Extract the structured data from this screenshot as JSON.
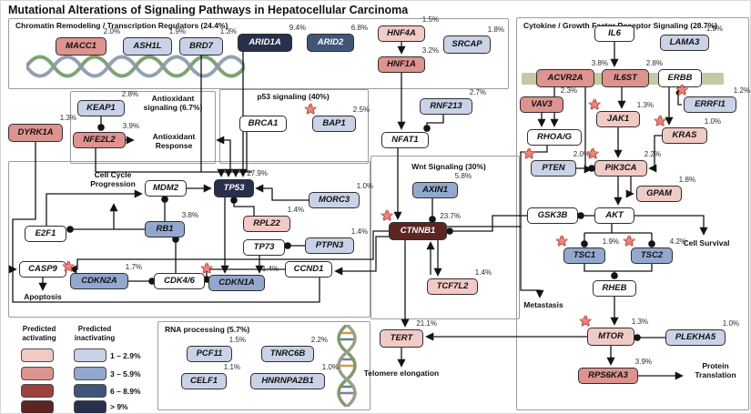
{
  "title": "Mutational Alterations of Signaling Pathways in Hepatocellular Carcinoma",
  "sections": {
    "chromatin": "Chromatin Remodeling / Transcription Regulators (24.4%)",
    "antioxidant": "Antioxidant signaling (6.7%)",
    "p53": "p53 signaling (40%)",
    "wnt": "Wnt Signaling (30%)",
    "rna": "RNA processing (5.7%)",
    "cytokine": "Cytokine / Growth Factor Receptor Signaling (28.7%)"
  },
  "annotations": {
    "antioxidant_response": "Antioxidant Response",
    "cell_cycle_progression": "Cell Cycle Progression",
    "apoptosis": "Apoptosis",
    "telomere_elongation": "Telomere elongation",
    "metastasis": "Metastasis",
    "cell_survival": "Cell Survival",
    "protein_translation": "Protein Translation"
  },
  "legend": {
    "activating": "Predicted activating",
    "inactivating": "Predicted inactivating",
    "ranges": [
      "1 – 2.9%",
      "3 – 5.9%",
      "6 – 8.9%",
      "> 9%"
    ]
  },
  "colors": {
    "activating": [
      "#f2cac5",
      "#dd938e",
      "#9c423e",
      "#5c2522"
    ],
    "inactivating": [
      "#c9d2e7",
      "#93a8cf",
      "#41557a",
      "#28304d"
    ],
    "membrane": "#b9bf92",
    "star": "#f0837b"
  },
  "nodes": {
    "MACC1": {
      "label": "MACC1",
      "pct": "2.0%"
    },
    "ASH1L": {
      "label": "ASH1L",
      "pct": "1.9%"
    },
    "BRD7": {
      "label": "BRD7",
      "pct": "1.3%"
    },
    "ARID1A": {
      "label": "ARID1A",
      "pct": "9.4%"
    },
    "ARID2": {
      "label": "ARID2",
      "pct": "6.8%"
    },
    "HNF4A": {
      "label": "HNF4A",
      "pct": "1.5%"
    },
    "HNF1A": {
      "label": "HNF1A",
      "pct": "3.2%"
    },
    "SRCAP": {
      "label": "SRCAP",
      "pct": "1.8%"
    },
    "DYRK1A": {
      "label": "DYRK1A",
      "pct": "1.3%"
    },
    "KEAP1": {
      "label": "KEAP1",
      "pct": "2.8%"
    },
    "NFE2L2": {
      "label": "NFE2L2",
      "pct": "3.9%"
    },
    "BRCA1": {
      "label": "BRCA1"
    },
    "BAP1": {
      "label": "BAP1",
      "pct": "2.5%"
    },
    "RNF213": {
      "label": "RNF213",
      "pct": "2.7%"
    },
    "NFAT1": {
      "label": "NFAT1"
    },
    "MDM2": {
      "label": "MDM2"
    },
    "TP53": {
      "label": "TP53",
      "pct": "27.9%"
    },
    "MORC3": {
      "label": "MORC3",
      "pct": "1.0%"
    },
    "RPL22": {
      "label": "RPL22",
      "pct": "1.4%"
    },
    "RB1": {
      "label": "RB1",
      "pct": "3.8%"
    },
    "E2F1": {
      "label": "E2F1"
    },
    "TP73": {
      "label": "TP73"
    },
    "PTPN3": {
      "label": "PTPN3",
      "pct": "1.4%"
    },
    "CASP9": {
      "label": "CASP9"
    },
    "CDKN2A": {
      "label": "CDKN2A",
      "pct": "1.7%"
    },
    "CDK46": {
      "label": "CDK4/6"
    },
    "CDKN1A": {
      "label": "CDKN1A",
      "pct": "1.4%"
    },
    "CCND1": {
      "label": "CCND1"
    },
    "AXIN1": {
      "label": "AXIN1",
      "pct": "5.8%"
    },
    "CTNNB1": {
      "label": "CTNNB1",
      "pct": "23.7%"
    },
    "TCF7L2": {
      "label": "TCF7L2",
      "pct": "1.4%"
    },
    "TERT": {
      "label": "TERT",
      "pct": "21.1%"
    },
    "IL6": {
      "label": "IL6"
    },
    "LAMA3": {
      "label": "LAMA3",
      "pct": "1.9%"
    },
    "ACVR2A": {
      "label": "ACVR2A",
      "pct": "3.8%"
    },
    "IL6ST": {
      "label": "IL6ST",
      "pct": "2.8%"
    },
    "ERBB": {
      "label": "ERBB"
    },
    "VAV3": {
      "label": "VAV3",
      "pct": "2.3%"
    },
    "ERRFI1": {
      "label": "ERRFI1",
      "pct": "1.2%"
    },
    "JAK1": {
      "label": "JAK1",
      "pct": "1.3%"
    },
    "KRAS": {
      "label": "KRAS",
      "pct": "1.0%"
    },
    "RHOAG": {
      "label": "RHOA/G"
    },
    "PTEN": {
      "label": "PTEN",
      "pct": "2.0%"
    },
    "PIK3CA": {
      "label": "PIK3CA",
      "pct": "2.2%"
    },
    "GPAM": {
      "label": "GPAM",
      "pct": "1.8%"
    },
    "GSK3B": {
      "label": "GSK3B"
    },
    "AKT": {
      "label": "AKT"
    },
    "TSC1": {
      "label": "TSC1",
      "pct": "1.9%"
    },
    "TSC2": {
      "label": "TSC2",
      "pct": "4.2%"
    },
    "RHEB": {
      "label": "RHEB"
    },
    "MTOR": {
      "label": "MTOR",
      "pct": "1.3%"
    },
    "PLEKHA5": {
      "label": "PLEKHA5",
      "pct": "1.0%"
    },
    "RPS6KA3": {
      "label": "RPS6KA3",
      "pct": "3.9%"
    },
    "PCF11": {
      "label": "PCF11",
      "pct": "1.5%"
    },
    "TNRC6B": {
      "label": "TNRC6B",
      "pct": "2.2%"
    },
    "CELF1": {
      "label": "CELF1",
      "pct": "1.1%"
    },
    "HNRNPA2B1": {
      "label": "HNRNPA2B1",
      "pct": "1.0%"
    }
  }
}
